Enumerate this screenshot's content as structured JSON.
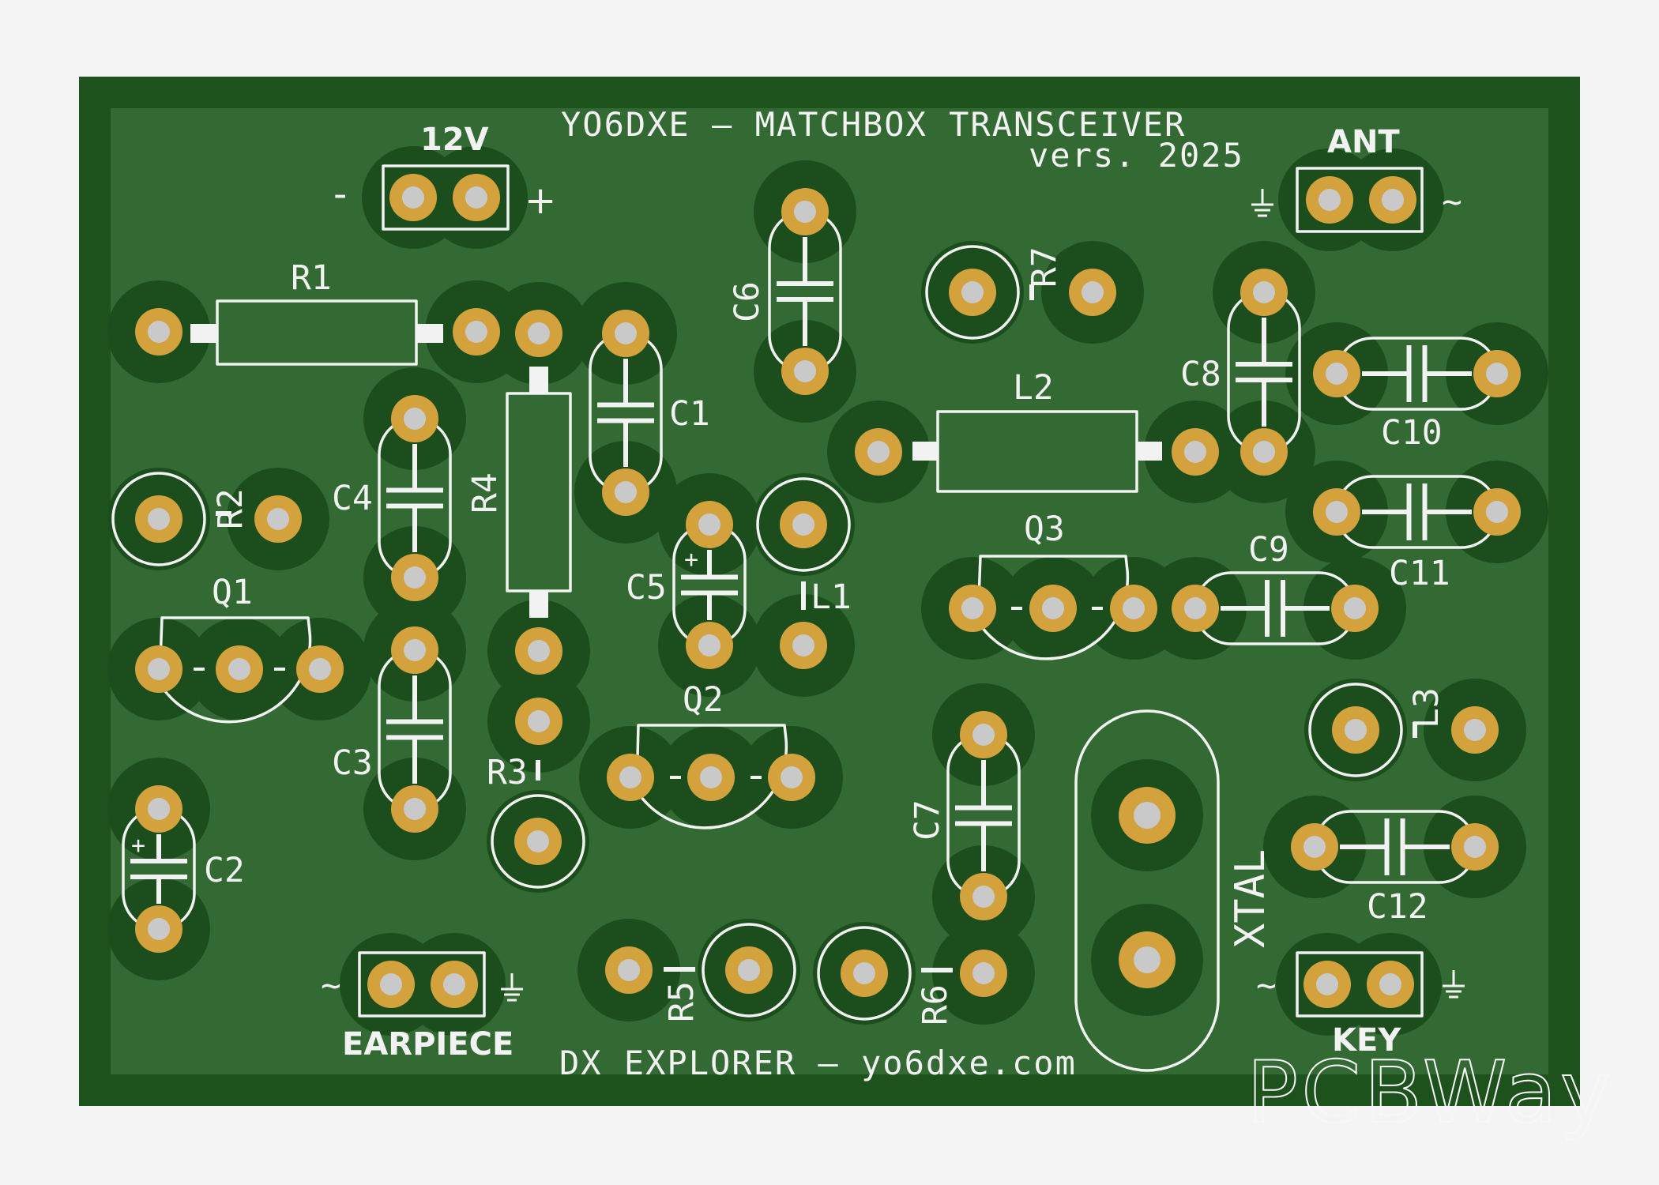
{
  "board": {
    "title": "YO6DXE – MATCHBOX TRANSCEIVER",
    "version": "vers. 2025",
    "footer": "DX EXPLORER – yo6dxe.com",
    "watermark": "PCBWay",
    "colors": {
      "board": "#336a33",
      "edge": "#1d521d",
      "copper_shadow": "#1c4e1d",
      "pad": "#d3a23c",
      "drill": "#c9c9c9",
      "silkscreen": "#f2f2f2"
    }
  },
  "connectors": {
    "power": {
      "label": "12V",
      "minus": "-",
      "plus": "+"
    },
    "antenna": {
      "label": "ANT",
      "gnd_icon": "ground-icon",
      "signal": "~"
    },
    "earpiece": {
      "label": "EARPIECE",
      "signal": "~",
      "gnd_icon": "ground-icon"
    },
    "key": {
      "label": "KEY",
      "signal": "~",
      "gnd_icon": "ground-icon"
    }
  },
  "components": {
    "R1": "R1",
    "R2": "R2",
    "R3": "R3",
    "R4": "R4",
    "R5": "R5",
    "R6": "R6",
    "R7": "R7",
    "C1": "C1",
    "C2": "C2",
    "C3": "C3",
    "C4": "C4",
    "C5": "C5",
    "C6": "C6",
    "C7": "C7",
    "C8": "C8",
    "C9": "C9",
    "C10": "C10",
    "C11": "C11",
    "C12": "C12",
    "Q1": "Q1",
    "Q2": "Q2",
    "Q3": "Q3",
    "L1": "L1",
    "L2": "L2",
    "L3": "L3",
    "XTAL": "XTAL",
    "polarity_plus": "+"
  }
}
